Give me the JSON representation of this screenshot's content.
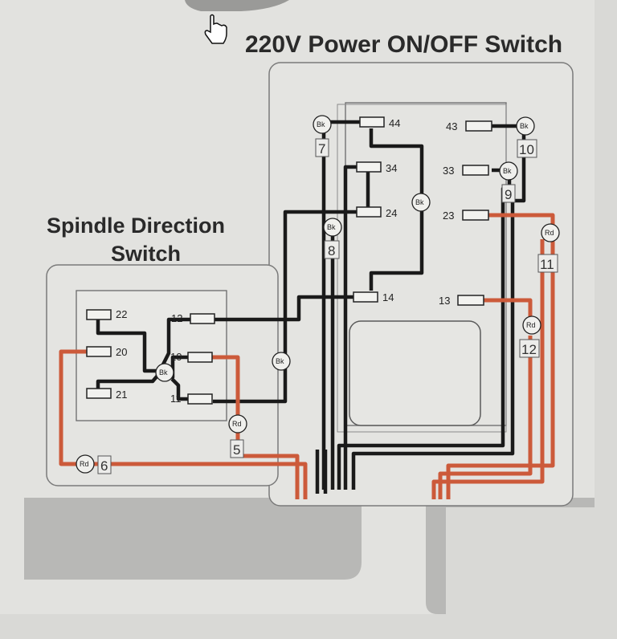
{
  "title": "220V Power ON/OFF Switch",
  "spindle_title_line1": "Spindle Direction",
  "spindle_title_line2": "Switch",
  "colors": {
    "black_wire": "#1a1a1a",
    "red_wire": "#cc5a3a",
    "background": "#d9d9d6"
  },
  "power_pins": {
    "p44": "44",
    "p34": "34",
    "p24": "24",
    "p14": "14",
    "p43": "43",
    "p33": "33",
    "p23": "23",
    "p13": "13"
  },
  "spindle_pins": {
    "p22": "22",
    "p20": "20",
    "p21": "21",
    "p12": "12",
    "p10": "10",
    "p11": "11"
  },
  "wire_numbers": {
    "w5": "5",
    "w6": "6",
    "w7": "7",
    "w8": "8",
    "w9": "9",
    "w10": "10",
    "w11": "11",
    "w12": "12"
  },
  "color_tags": {
    "black": "Bk",
    "red": "Rd"
  },
  "cursor_icon": "hand-pointer-icon"
}
